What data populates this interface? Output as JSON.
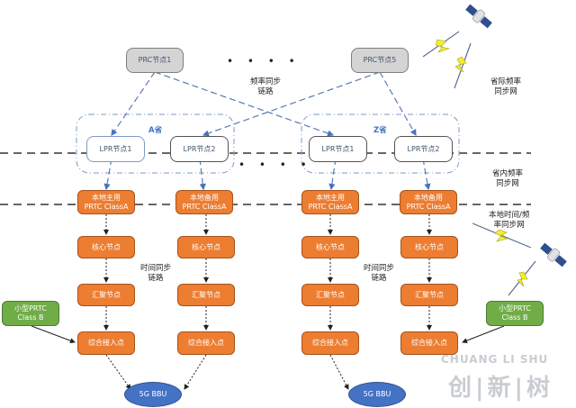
{
  "prc_nodes": [
    {
      "label": "PRC节点1"
    },
    {
      "label": "PRC节点5"
    }
  ],
  "ellipsis": "• • • •",
  "link_labels": {
    "freq_sync_link": [
      "频率同步",
      "链路"
    ],
    "time_sync_link": [
      "时间同步",
      "链路"
    ]
  },
  "network_labels": {
    "inter_province": [
      "省际频率",
      "同步网"
    ],
    "intra_province": [
      "省内频率",
      "同步网"
    ],
    "local": [
      "本地时间/频",
      "率同步网"
    ]
  },
  "provinces": [
    {
      "name": "A省",
      "lpr": [
        {
          "label": "LPR节点1"
        },
        {
          "label": "LPR节点2"
        }
      ],
      "columns": [
        {
          "prtc": [
            "本地主用",
            "PRTC ClassA"
          ],
          "core": "核心节点",
          "agg": "汇聚节点",
          "access": "综合接入点"
        },
        {
          "prtc": [
            "本地备用",
            "PRTC ClassA"
          ],
          "core": "核心节点",
          "agg": "汇聚节点",
          "access": "综合接入点"
        }
      ],
      "bbu": "5G BBU",
      "small_prtc": [
        "小型PRTC",
        "Class B"
      ]
    },
    {
      "name": "Z省",
      "lpr": [
        {
          "label": "LPR节点1"
        },
        {
          "label": "LPR节点2"
        }
      ],
      "columns": [
        {
          "prtc": [
            "本地主用",
            "PRTC ClassA"
          ],
          "core": "核心节点",
          "agg": "汇聚节点",
          "access": "综合接入点"
        },
        {
          "prtc": [
            "本地备用",
            "PRTC ClassA"
          ],
          "core": "核心节点",
          "agg": "汇聚节点",
          "access": "综合接入点"
        }
      ],
      "bbu": "5G BBU",
      "small_prtc": [
        "小型PRTC",
        "Class B"
      ]
    }
  ],
  "watermark": {
    "latin": "CHUANG LI SHU",
    "cjk": "创|新|树"
  },
  "colors": {
    "orange": "#ed7d31",
    "green": "#70ad47",
    "blue": "#4472c4",
    "grey": "#d4d4d4",
    "link": "#5b7bb4"
  }
}
